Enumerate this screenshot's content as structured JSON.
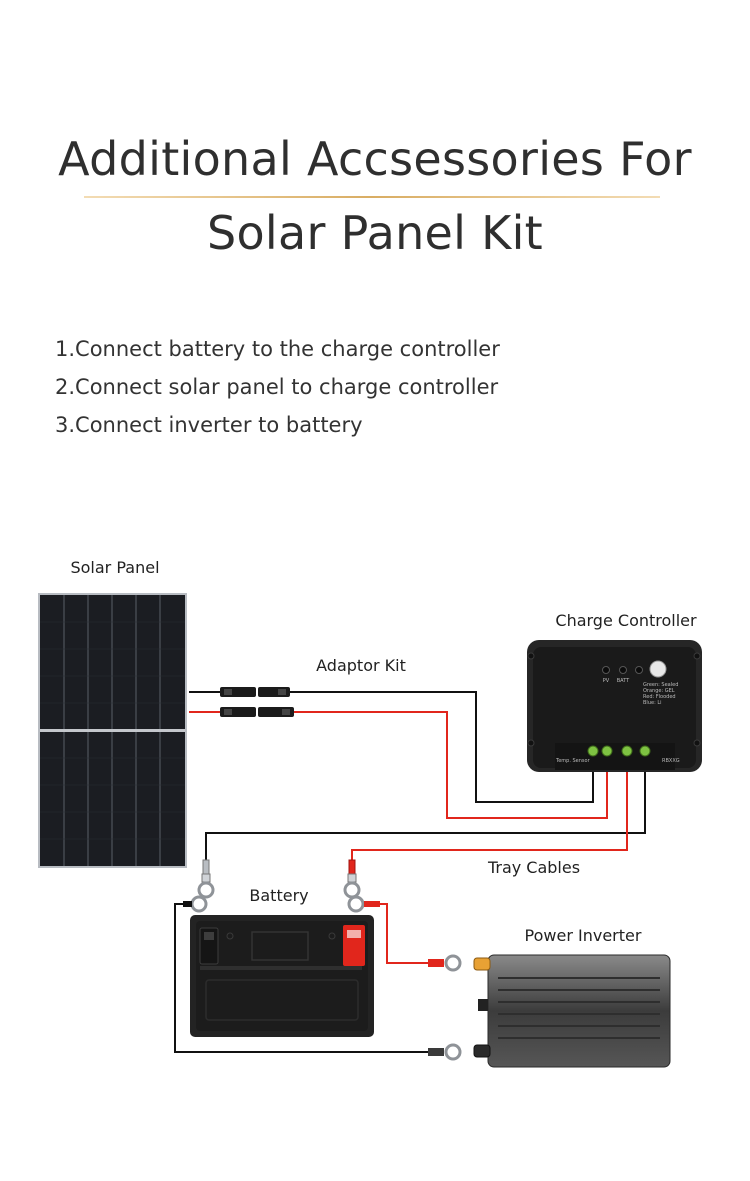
{
  "header": {
    "title_line1": "Additional Accsessories For",
    "title_line2": "Solar Panel Kit"
  },
  "steps": [
    "1.Connect battery to the charge controller",
    "2.Connect solar panel to charge controller",
    "3.Connect inverter to battery"
  ],
  "diagram": {
    "labels": {
      "solar_panel": "Solar Panel",
      "charge_controller": "Charge Controller",
      "adaptor_kit": "Adaptor Kit",
      "tray_cables": "Tray Cables",
      "battery": "Battery",
      "power_inverter": "Power Inverter"
    },
    "controller_text": {
      "pv": "PV",
      "batt": "BATT",
      "legend": [
        "Green: Sealed",
        "Orange: GEL",
        "Red: Flooded",
        "Blue: Li"
      ],
      "temp_sensor": "Temp. Sensor",
      "model": "RBXXG"
    },
    "colors": {
      "positive_wire": "#e1261c",
      "negative_wire": "#111111",
      "terminal_green": "#7ec242"
    }
  }
}
